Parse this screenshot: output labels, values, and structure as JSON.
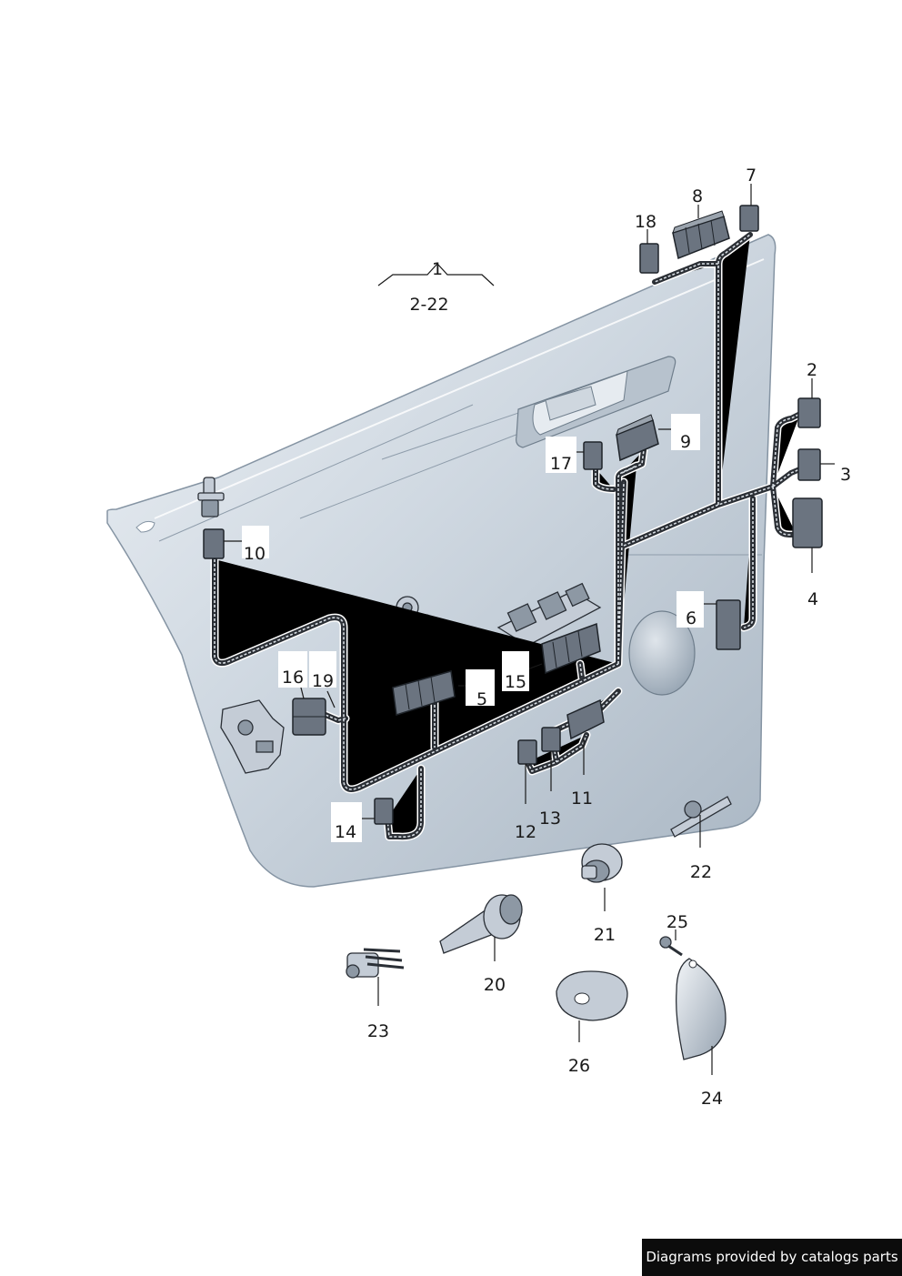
{
  "diagram": {
    "group_label": "1",
    "group_range": "2-22",
    "callouts": [
      "2",
      "3",
      "4",
      "5",
      "6",
      "7",
      "8",
      "9",
      "10",
      "11",
      "12",
      "13",
      "14",
      "15",
      "16",
      "17",
      "18",
      "19",
      "20",
      "21",
      "22",
      "23",
      "24",
      "25",
      "26"
    ]
  },
  "footer": {
    "credit": "Diagrams provided by catalogs parts"
  },
  "colors": {
    "panel": "#cdd6df",
    "panel_shadow": "#9eabb8",
    "harness": "#2b2f35",
    "footer_bg": "#0c0c0c"
  }
}
